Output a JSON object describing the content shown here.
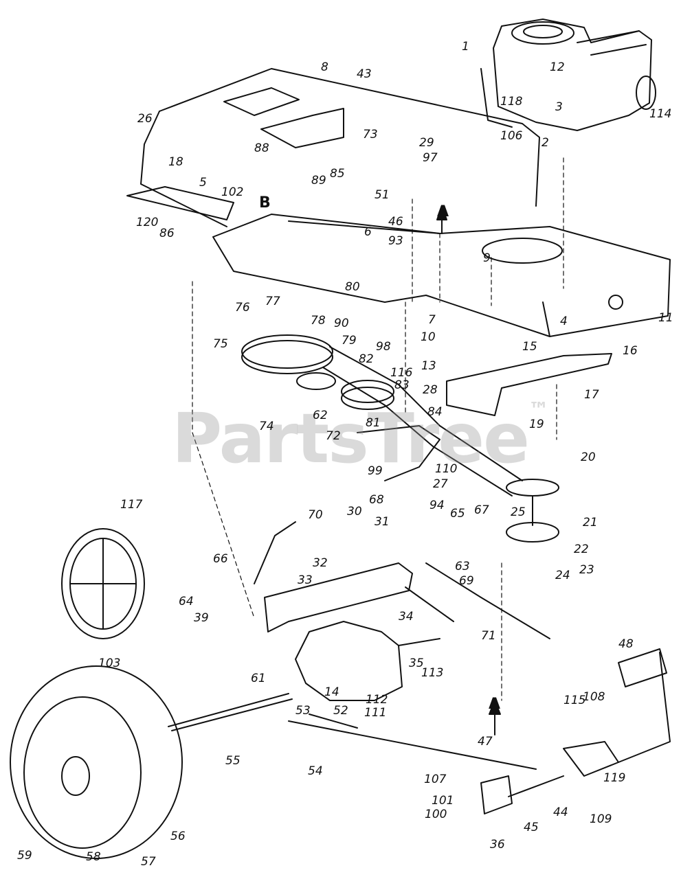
{
  "watermark": {
    "text": "PartsTree",
    "mark": "™"
  },
  "section_letters": {
    "A": "A",
    "B": "B"
  },
  "callouts": [
    "1",
    "2",
    "3",
    "4",
    "5",
    "6",
    "7",
    "8",
    "9",
    "10",
    "11",
    "12",
    "13",
    "14",
    "15",
    "16",
    "17",
    "18",
    "19",
    "20",
    "21",
    "22",
    "23",
    "24",
    "25",
    "26",
    "27",
    "28",
    "29",
    "30",
    "31",
    "32",
    "33",
    "34",
    "35",
    "36",
    "39",
    "43",
    "44",
    "45",
    "46",
    "47",
    "48",
    "51",
    "52",
    "53",
    "54",
    "55",
    "56",
    "57",
    "58",
    "59",
    "61",
    "62",
    "63",
    "64",
    "65",
    "66",
    "67",
    "68",
    "69",
    "70",
    "71",
    "72",
    "73",
    "74",
    "75",
    "76",
    "77",
    "78",
    "79",
    "80",
    "81",
    "82",
    "83",
    "84",
    "85",
    "86",
    "88",
    "89",
    "90",
    "93",
    "94",
    "97",
    "98",
    "99",
    "100",
    "101",
    "102",
    "103",
    "106",
    "107",
    "108",
    "109",
    "110",
    "111",
    "112",
    "113",
    "114",
    "115",
    "116",
    "117",
    "118",
    "119",
    "120"
  ]
}
